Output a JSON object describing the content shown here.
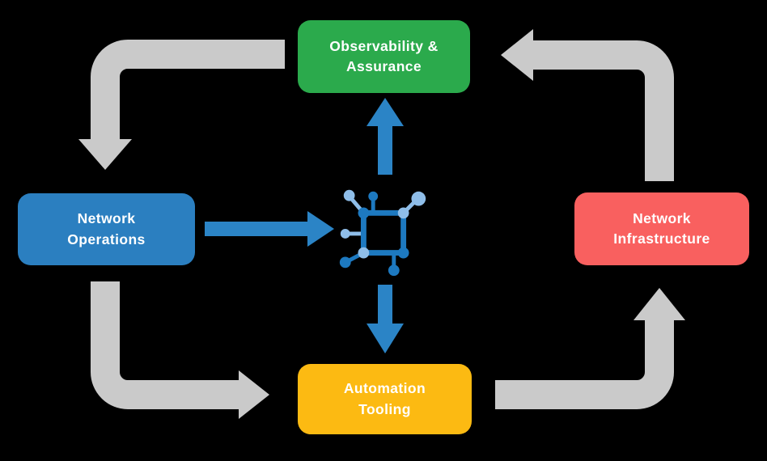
{
  "diagram": {
    "background": "#000000",
    "nodes": {
      "observability": {
        "lines": [
          "Observability &",
          "Assurance"
        ],
        "color": "#2BAA4C"
      },
      "operations": {
        "lines": [
          "Network",
          "Operations"
        ],
        "color": "#2B7FC0"
      },
      "infrastructure": {
        "lines": [
          "Network",
          "Infrastructure"
        ],
        "color": "#F9605F"
      },
      "automation": {
        "lines": [
          "Automation",
          "Tooling"
        ],
        "color": "#FCBA12"
      }
    },
    "hub_icon": "network-nodes-icon",
    "colors": {
      "cycle_arrow": "#CACACA",
      "hub_arrow": "#2B84C6",
      "node_text": "#FFFFFF",
      "icon_dark_blue": "#1D79C0",
      "icon_light_blue": "#8FBEE9"
    },
    "flows": [
      "Observability & Assurance -> Network Operations",
      "Network Operations -> Automation Tooling",
      "Automation Tooling -> Network Infrastructure",
      "Network Infrastructure -> Observability & Assurance",
      "Network Operations -> Hub",
      "Hub -> Observability & Assurance",
      "Hub -> Automation Tooling"
    ]
  }
}
